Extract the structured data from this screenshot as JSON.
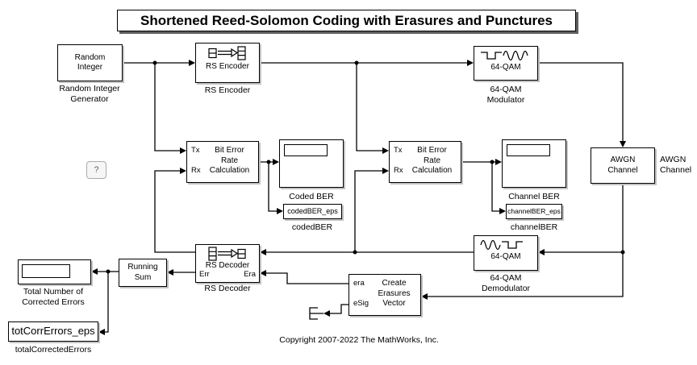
{
  "theme": {
    "background": "#ffffff",
    "line_color": "#000000",
    "block_fill": "#ffffff",
    "shadow_color": "#c2c2c2"
  },
  "title": "Shortened Reed-Solomon Coding with Erasures and Punctures",
  "help_button": "?",
  "copyright": "Copyright 2007-2022 The MathWorks, Inc.",
  "blocks": {
    "random_integer": {
      "line1": "Random",
      "line2": "Integer",
      "label_line1": "Random Integer",
      "label_line2": "Generator"
    },
    "rs_encoder": {
      "text": "RS Encoder",
      "label": "RS Encoder"
    },
    "qam_modulator": {
      "text": "64-QAM",
      "label_line1": "64-QAM",
      "label_line2": "Modulator"
    },
    "awgn_channel": {
      "line1": "AWGN",
      "line2": "Channel",
      "label_line1": "AWGN",
      "label_line2": "Channel"
    },
    "ber_coded": {
      "port_tx": "Tx",
      "port_rx": "Rx",
      "line1": "Bit Error",
      "line2": "Rate",
      "line3": "Calculation"
    },
    "coded_ber_display": {
      "label": "Coded BER"
    },
    "coded_ber_workspace": {
      "text": "codedBER_eps",
      "label": "codedBER"
    },
    "ber_channel": {
      "port_tx": "Tx",
      "port_rx": "Rx",
      "line1": "Bit Error",
      "line2": "Rate",
      "line3": "Calculation"
    },
    "channel_ber_display": {
      "label": "Channel BER"
    },
    "channel_ber_workspace": {
      "text": "channelBER_eps",
      "label": "channelBER"
    },
    "qam_demodulator": {
      "text": "64-QAM",
      "label_line1": "64-QAM",
      "label_line2": "Demodulator"
    },
    "rs_decoder": {
      "text": "RS Decoder",
      "port_err": "Err",
      "port_era": "Era",
      "label": "RS Decoder"
    },
    "running_sum": {
      "line1": "Running",
      "line2": "Sum"
    },
    "total_errors_display": {
      "label_line1": "Total Number of",
      "label_line2": "Corrected Errors"
    },
    "totcorr_workspace": {
      "text": "totCorrErrors_eps",
      "label": "totalCorrectedErrors"
    },
    "create_erasures": {
      "port_era": "era",
      "port_esig": "eSig",
      "line1": "Create",
      "line2": "Erasures",
      "line3": "Vector"
    }
  }
}
